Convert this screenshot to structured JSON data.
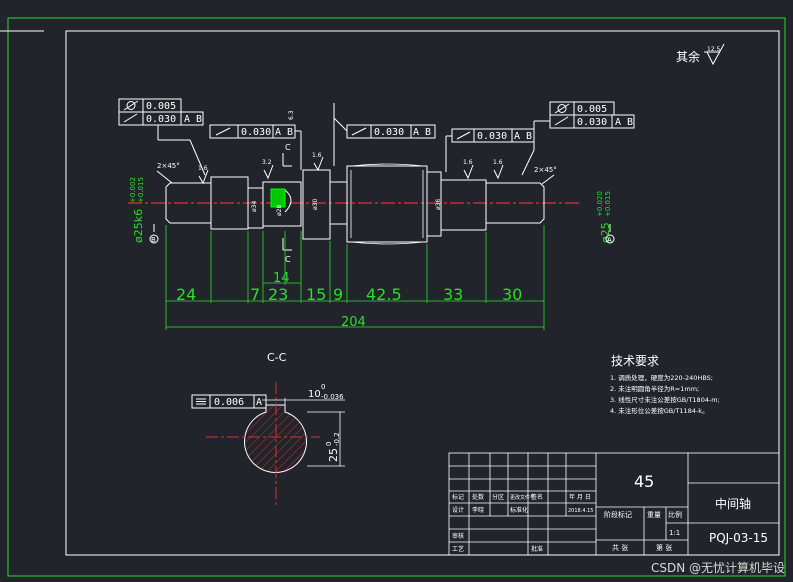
{
  "colors": {
    "background": "#21252b",
    "border": "#2bdc2b",
    "lines": "#ffffff",
    "dimension": "#2bdc2b",
    "centerline": "#e03030",
    "hatch": "#c03030",
    "highlight": "#00ff00"
  },
  "roughness": {
    "label": "其余",
    "value": "12.5"
  },
  "tolerance_frames": {
    "left_top": {
      "row1": "0.005",
      "row2_value": "0.030",
      "row2_ref": "A B"
    },
    "left_runout": {
      "value": "0.030",
      "ref": "A B"
    },
    "middle_runout": {
      "value": "0.030",
      "ref": "A B"
    },
    "right_runout": {
      "value": "0.030",
      "ref": "A B"
    },
    "right_top": {
      "row1": "0.005",
      "row2_value": "0.030",
      "row2_ref": "A B"
    },
    "section_symmetry": {
      "value": "0.006",
      "ref": "A"
    }
  },
  "shaft": {
    "left_dia": "ø25k6",
    "left_dia_tol_upper": "+0.002",
    "left_dia_tol_lower": "+0.015",
    "right_dia": "ø25",
    "right_dia_tol_upper": "+0.020",
    "right_dia_tol_lower": "+0.015",
    "chamfer_left": "2×45°",
    "chamfer_right": "2×45°",
    "datum_left": "B",
    "datum_right": "A",
    "rough_marks": [
      "1.6",
      "3.2",
      "1.6",
      "1.6",
      "1.6",
      "6.3"
    ],
    "inner_dims": [
      "ø30",
      "ø34",
      "ø28",
      "ø36"
    ]
  },
  "section_marks": {
    "top": "C",
    "bottom": "C"
  },
  "dimensions": {
    "segments": [
      "24",
      "7",
      "23",
      "15",
      "9",
      "42.5",
      "33",
      "30"
    ],
    "key_width": "14",
    "total": "204"
  },
  "section": {
    "title": "C-C",
    "keyway": "10",
    "keyway_tol_upper": "0",
    "keyway_tol_lower": "-0.036",
    "depth": "25",
    "depth_tol_upper": "0",
    "depth_tol_lower": "-0.2"
  },
  "tech_requirements": {
    "title": "技术要求",
    "items": [
      "1. 调质处理，硬度为220-240HBS;",
      "2. 未注明圆角半径为R=1mm;",
      "3. 线性尺寸未注公差按GB/T1804-m;",
      "4. 未注形位公差按GB/T1184-k。"
    ]
  },
  "title_block": {
    "material": "45",
    "part_name": "中间轴",
    "drawing_no": "PQJ-03-15",
    "scale": "1:1",
    "headers": [
      "标记",
      "处数",
      "分区",
      "更改文件号",
      "签名",
      "年 月 日"
    ],
    "row2": [
      "设计",
      "李晓",
      "",
      "标准化",
      "",
      "2018.4.15"
    ],
    "stage_label": "阶段标记",
    "weight_label": "重量",
    "scale_label": "比例",
    "review_label": "审核",
    "process_label": "工艺",
    "approve_label": "批准",
    "sheets_total": "共 张",
    "sheet_no": "第 张"
  },
  "watermark": "CSDN @无忧计算机毕设"
}
